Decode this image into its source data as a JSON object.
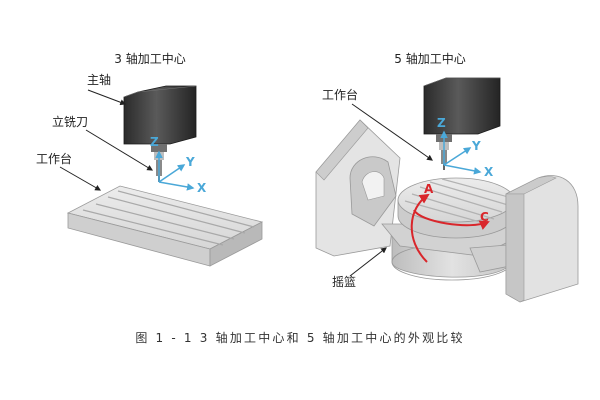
{
  "left_panel": {
    "title": "3 轴加工中心",
    "labels": {
      "spindle": "主轴",
      "cutter": "立铣刀",
      "table": "工作台"
    },
    "axes": {
      "z": "Z",
      "y": "Y",
      "x": "X"
    }
  },
  "right_panel": {
    "title": "5 轴加工中心",
    "labels": {
      "table": "工作台",
      "cradle": "摇篮"
    },
    "axes": {
      "z": "Z",
      "y": "Y",
      "x": "X"
    },
    "rotary_axes": {
      "a": "A",
      "c": "C"
    }
  },
  "caption": "图 1 - 1   3 轴加工中心和 5 轴加工中心的外观比较",
  "colors": {
    "axis": "#4aa8d8",
    "rotation": "#d9262b",
    "metal": "#dcdcdc",
    "spindle": "#3a3a3a"
  }
}
